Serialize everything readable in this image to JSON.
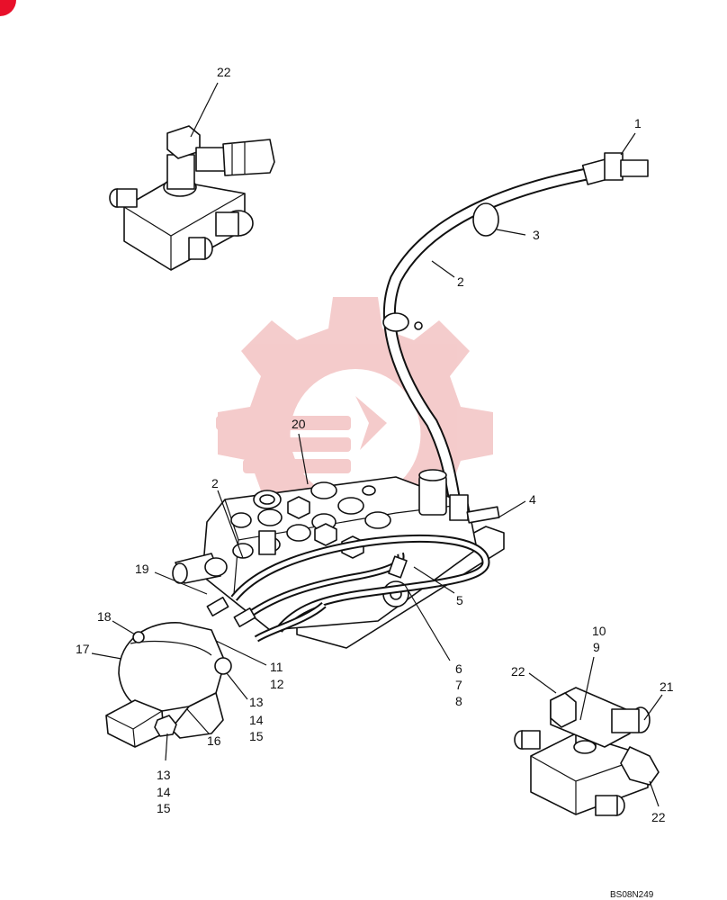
{
  "drawing_code": "BS08N249",
  "watermark_color": "#f3c6c6",
  "corner_mark_color": "#e8102a",
  "callouts": [
    {
      "id": "c22a",
      "text": "22"
    },
    {
      "id": "c1",
      "text": "1"
    },
    {
      "id": "c3",
      "text": "3"
    },
    {
      "id": "c2a",
      "text": "2"
    },
    {
      "id": "c20",
      "text": "20"
    },
    {
      "id": "c2b",
      "text": "2"
    },
    {
      "id": "c4",
      "text": "4"
    },
    {
      "id": "c19",
      "text": "19"
    },
    {
      "id": "c5",
      "text": "5"
    },
    {
      "id": "c18",
      "text": "18"
    },
    {
      "id": "c17",
      "text": "17"
    },
    {
      "id": "c11",
      "text": "11"
    },
    {
      "id": "c12",
      "text": "12"
    },
    {
      "id": "c6",
      "text": "6"
    },
    {
      "id": "c7",
      "text": "7"
    },
    {
      "id": "c8",
      "text": "8"
    },
    {
      "id": "c10",
      "text": "10"
    },
    {
      "id": "c9",
      "text": "9"
    },
    {
      "id": "c22b",
      "text": "22"
    },
    {
      "id": "c21",
      "text": "21"
    },
    {
      "id": "c13a",
      "text": "13"
    },
    {
      "id": "c14a",
      "text": "14"
    },
    {
      "id": "c15a",
      "text": "15"
    },
    {
      "id": "c16",
      "text": "16"
    },
    {
      "id": "c13b",
      "text": "13"
    },
    {
      "id": "c14b",
      "text": "14"
    },
    {
      "id": "c15b",
      "text": "15"
    },
    {
      "id": "c22c",
      "text": "22"
    }
  ]
}
